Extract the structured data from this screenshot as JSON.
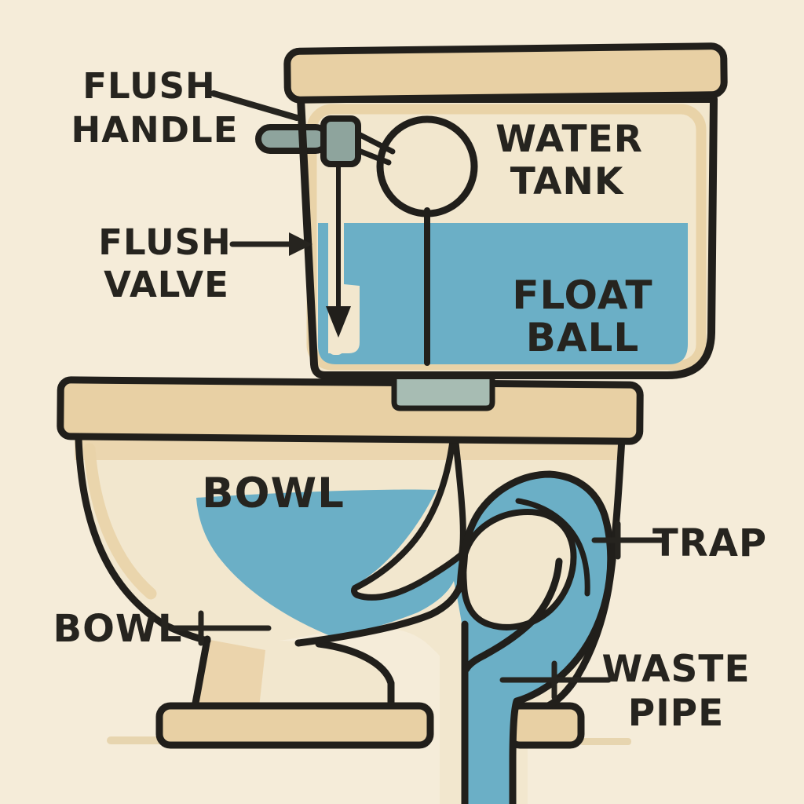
{
  "diagram": {
    "title": "Toilet anatomy cross-section diagram",
    "labels": {
      "flush_handle_line1": "FLUSH",
      "flush_handle_line2": "HANDLE",
      "flush_valve_line1": "FLUSH",
      "flush_valve_line2": "VALVE",
      "water_tank_line1": "WATER",
      "water_tank_line2": "TANK",
      "float_ball_line1": "FLOAT",
      "float_ball_line2": "BALL",
      "bowl_inner": "BOWL",
      "bowl_outer": "BOWL",
      "trap": "TRAP",
      "waste_pipe_line1": "WASTE",
      "waste_pipe_line2": "PIPE"
    },
    "colors": {
      "background": "#f5ecd9",
      "porcelain-tan": "#e8d0a4",
      "interior-cream": "#f2e7ce",
      "water-blue": "#6bafc6",
      "handle-gray": "#8ea49d",
      "connector-gray": "#a7bcb3",
      "inner-tan": "#e9d3a8",
      "shadow-tan": "#e7d5af",
      "outline": "#211f1b",
      "ink": "#26241f"
    }
  }
}
